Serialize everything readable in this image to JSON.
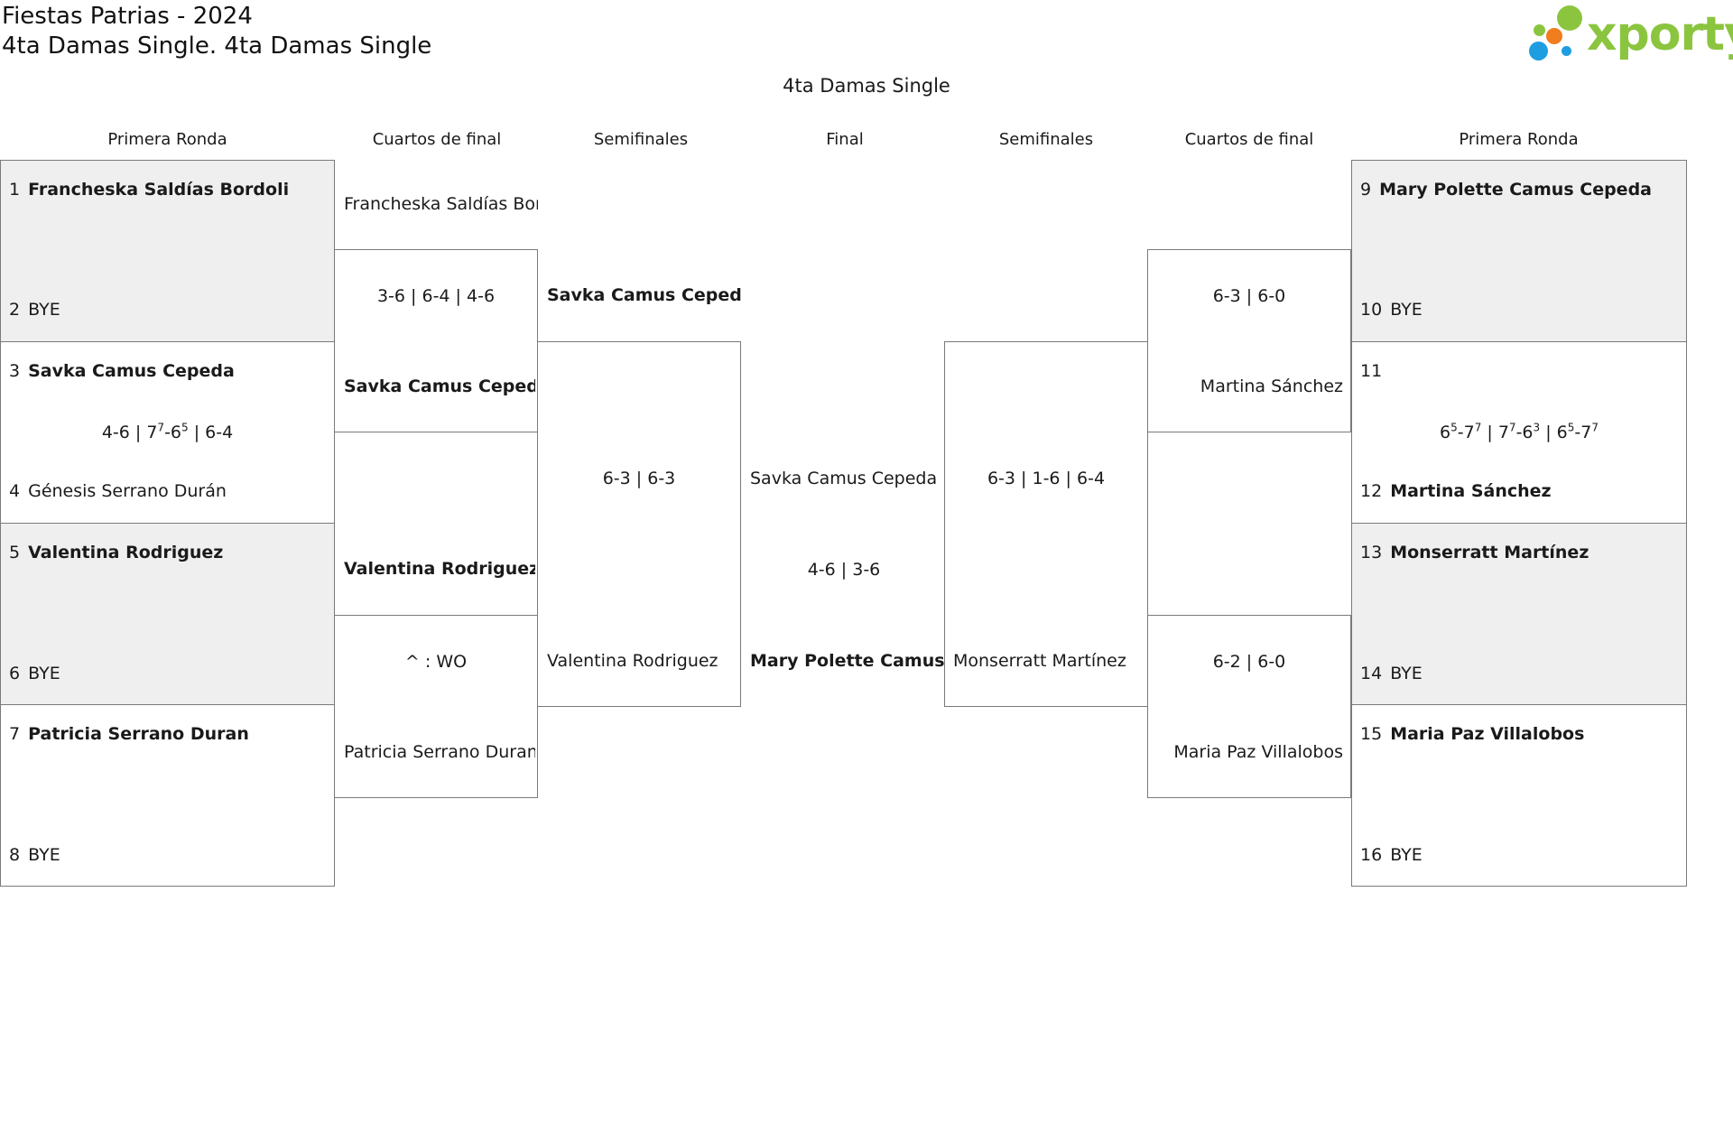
{
  "header": {
    "title_line1": "Fiestas Patrias - 2024",
    "title_line2": "4ta Damas Single. 4ta Damas Single",
    "event_title": "4ta Damas Single"
  },
  "logo": {
    "text": "xporty",
    "colors": {
      "green": "#8bc53f",
      "orange": "#f07d1e",
      "blue": "#1e9ee0"
    }
  },
  "columns": [
    "Primera Ronda",
    "Cuartos de final",
    "Semifinales",
    "Final",
    "Semifinales",
    "Cuartos de final",
    "Primera Ronda"
  ],
  "first_round_left": [
    {
      "seed_top": "1",
      "player_top": "Francheska Saldías Bordoli",
      "top_winner": true,
      "seed_bottom": "2",
      "player_bottom": "BYE",
      "bottom_winner": false,
      "score": "",
      "shaded": true
    },
    {
      "seed_top": "3",
      "player_top": "Savka Camus Cepeda",
      "top_winner": true,
      "seed_bottom": "4",
      "player_bottom": "Génesis Serrano Durán",
      "bottom_winner": false,
      "score": "4-6 | 7<sup>7</sup>-6<sup>5</sup> | 6-4",
      "shaded": false
    },
    {
      "seed_top": "5",
      "player_top": "Valentina Rodriguez",
      "top_winner": true,
      "seed_bottom": "6",
      "player_bottom": "BYE",
      "bottom_winner": false,
      "score": "",
      "shaded": true
    },
    {
      "seed_top": "7",
      "player_top": "Patricia Serrano Duran",
      "top_winner": true,
      "seed_bottom": "8",
      "player_bottom": "BYE",
      "bottom_winner": false,
      "score": "",
      "shaded": false
    }
  ],
  "first_round_right": [
    {
      "seed_top": "9",
      "player_top": "Mary Polette Camus Cepeda",
      "top_winner": true,
      "seed_bottom": "10",
      "player_bottom": "BYE",
      "bottom_winner": false,
      "score": "",
      "shaded": true
    },
    {
      "seed_top": "11",
      "player_top": "",
      "top_winner": false,
      "seed_bottom": "12",
      "player_bottom": "Martina Sánchez",
      "bottom_winner": true,
      "score": "6<sup>5</sup>-7<sup>7</sup> | 7<sup>7</sup>-6<sup>3</sup> | 6<sup>5</sup>-7<sup>7</sup>",
      "shaded": false
    },
    {
      "seed_top": "13",
      "player_top": "Monserratt Martínez",
      "top_winner": true,
      "seed_bottom": "14",
      "player_bottom": "BYE",
      "bottom_winner": false,
      "score": "",
      "shaded": true
    },
    {
      "seed_top": "15",
      "player_top": "Maria Paz Villalobos",
      "top_winner": true,
      "seed_bottom": "16",
      "player_bottom": "BYE",
      "bottom_winner": false,
      "score": "",
      "shaded": false
    }
  ],
  "quarters_left": [
    {
      "player_top": "Francheska Saldías Bordoli",
      "top_winner": false,
      "player_bottom": "Savka Camus Cepeda",
      "bottom_winner": true,
      "score": "3-6 | 6-4 | 4-6"
    },
    {
      "player_top": "Valentina Rodriguez",
      "top_winner": true,
      "player_bottom": "Patricia Serrano Duran",
      "bottom_winner": false,
      "score": "^ : WO"
    }
  ],
  "quarters_right": [
    {
      "player_top": "",
      "top_winner": false,
      "player_bottom": "Martina Sánchez",
      "bottom_winner": false,
      "score": "6-3 | 6-0"
    },
    {
      "player_top": "",
      "top_winner": false,
      "player_bottom": "Maria Paz Villalobos",
      "bottom_winner": false,
      "score": "6-2 | 6-0"
    }
  ],
  "semis_left": {
    "player_top": "Savka Camus Cepeda",
    "top_winner": true,
    "player_bottom": "Valentina Rodriguez",
    "bottom_winner": false,
    "score": "6-3 | 6-3"
  },
  "semis_right": {
    "player_top": "",
    "top_winner": false,
    "player_bottom": "Monserratt Martínez",
    "bottom_winner": false,
    "score": "6-3 | 1-6 | 6-4"
  },
  "final": {
    "player_top": "Savka Camus Cepeda",
    "top_winner": false,
    "player_bottom": "Mary Polette Camus Cepeda",
    "bottom_winner": true,
    "score": "4-6 | 3-6"
  }
}
